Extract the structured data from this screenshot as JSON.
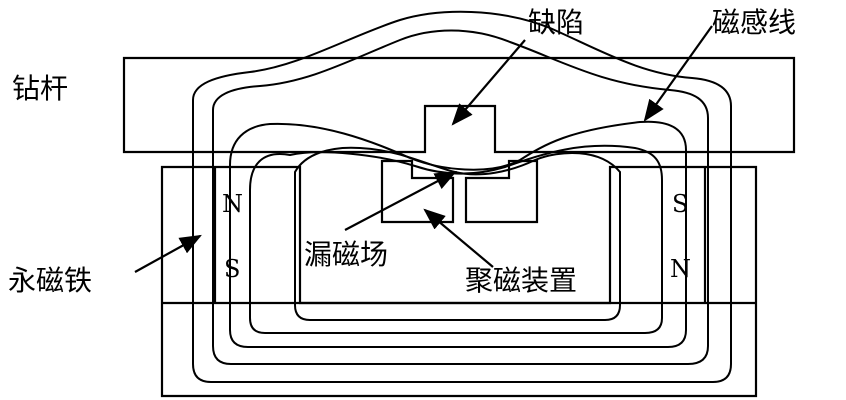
{
  "labels": {
    "defect": "缺陷",
    "flux_lines": "磁感线",
    "drill_rod": "钻杆",
    "permanent_magnet": "永磁铁",
    "leakage_field": "漏磁场",
    "flux_concentrator": "聚磁装置"
  },
  "poles": {
    "left_top": "N",
    "left_bottom": "S",
    "right_top": "S",
    "right_bottom": "N"
  }
}
